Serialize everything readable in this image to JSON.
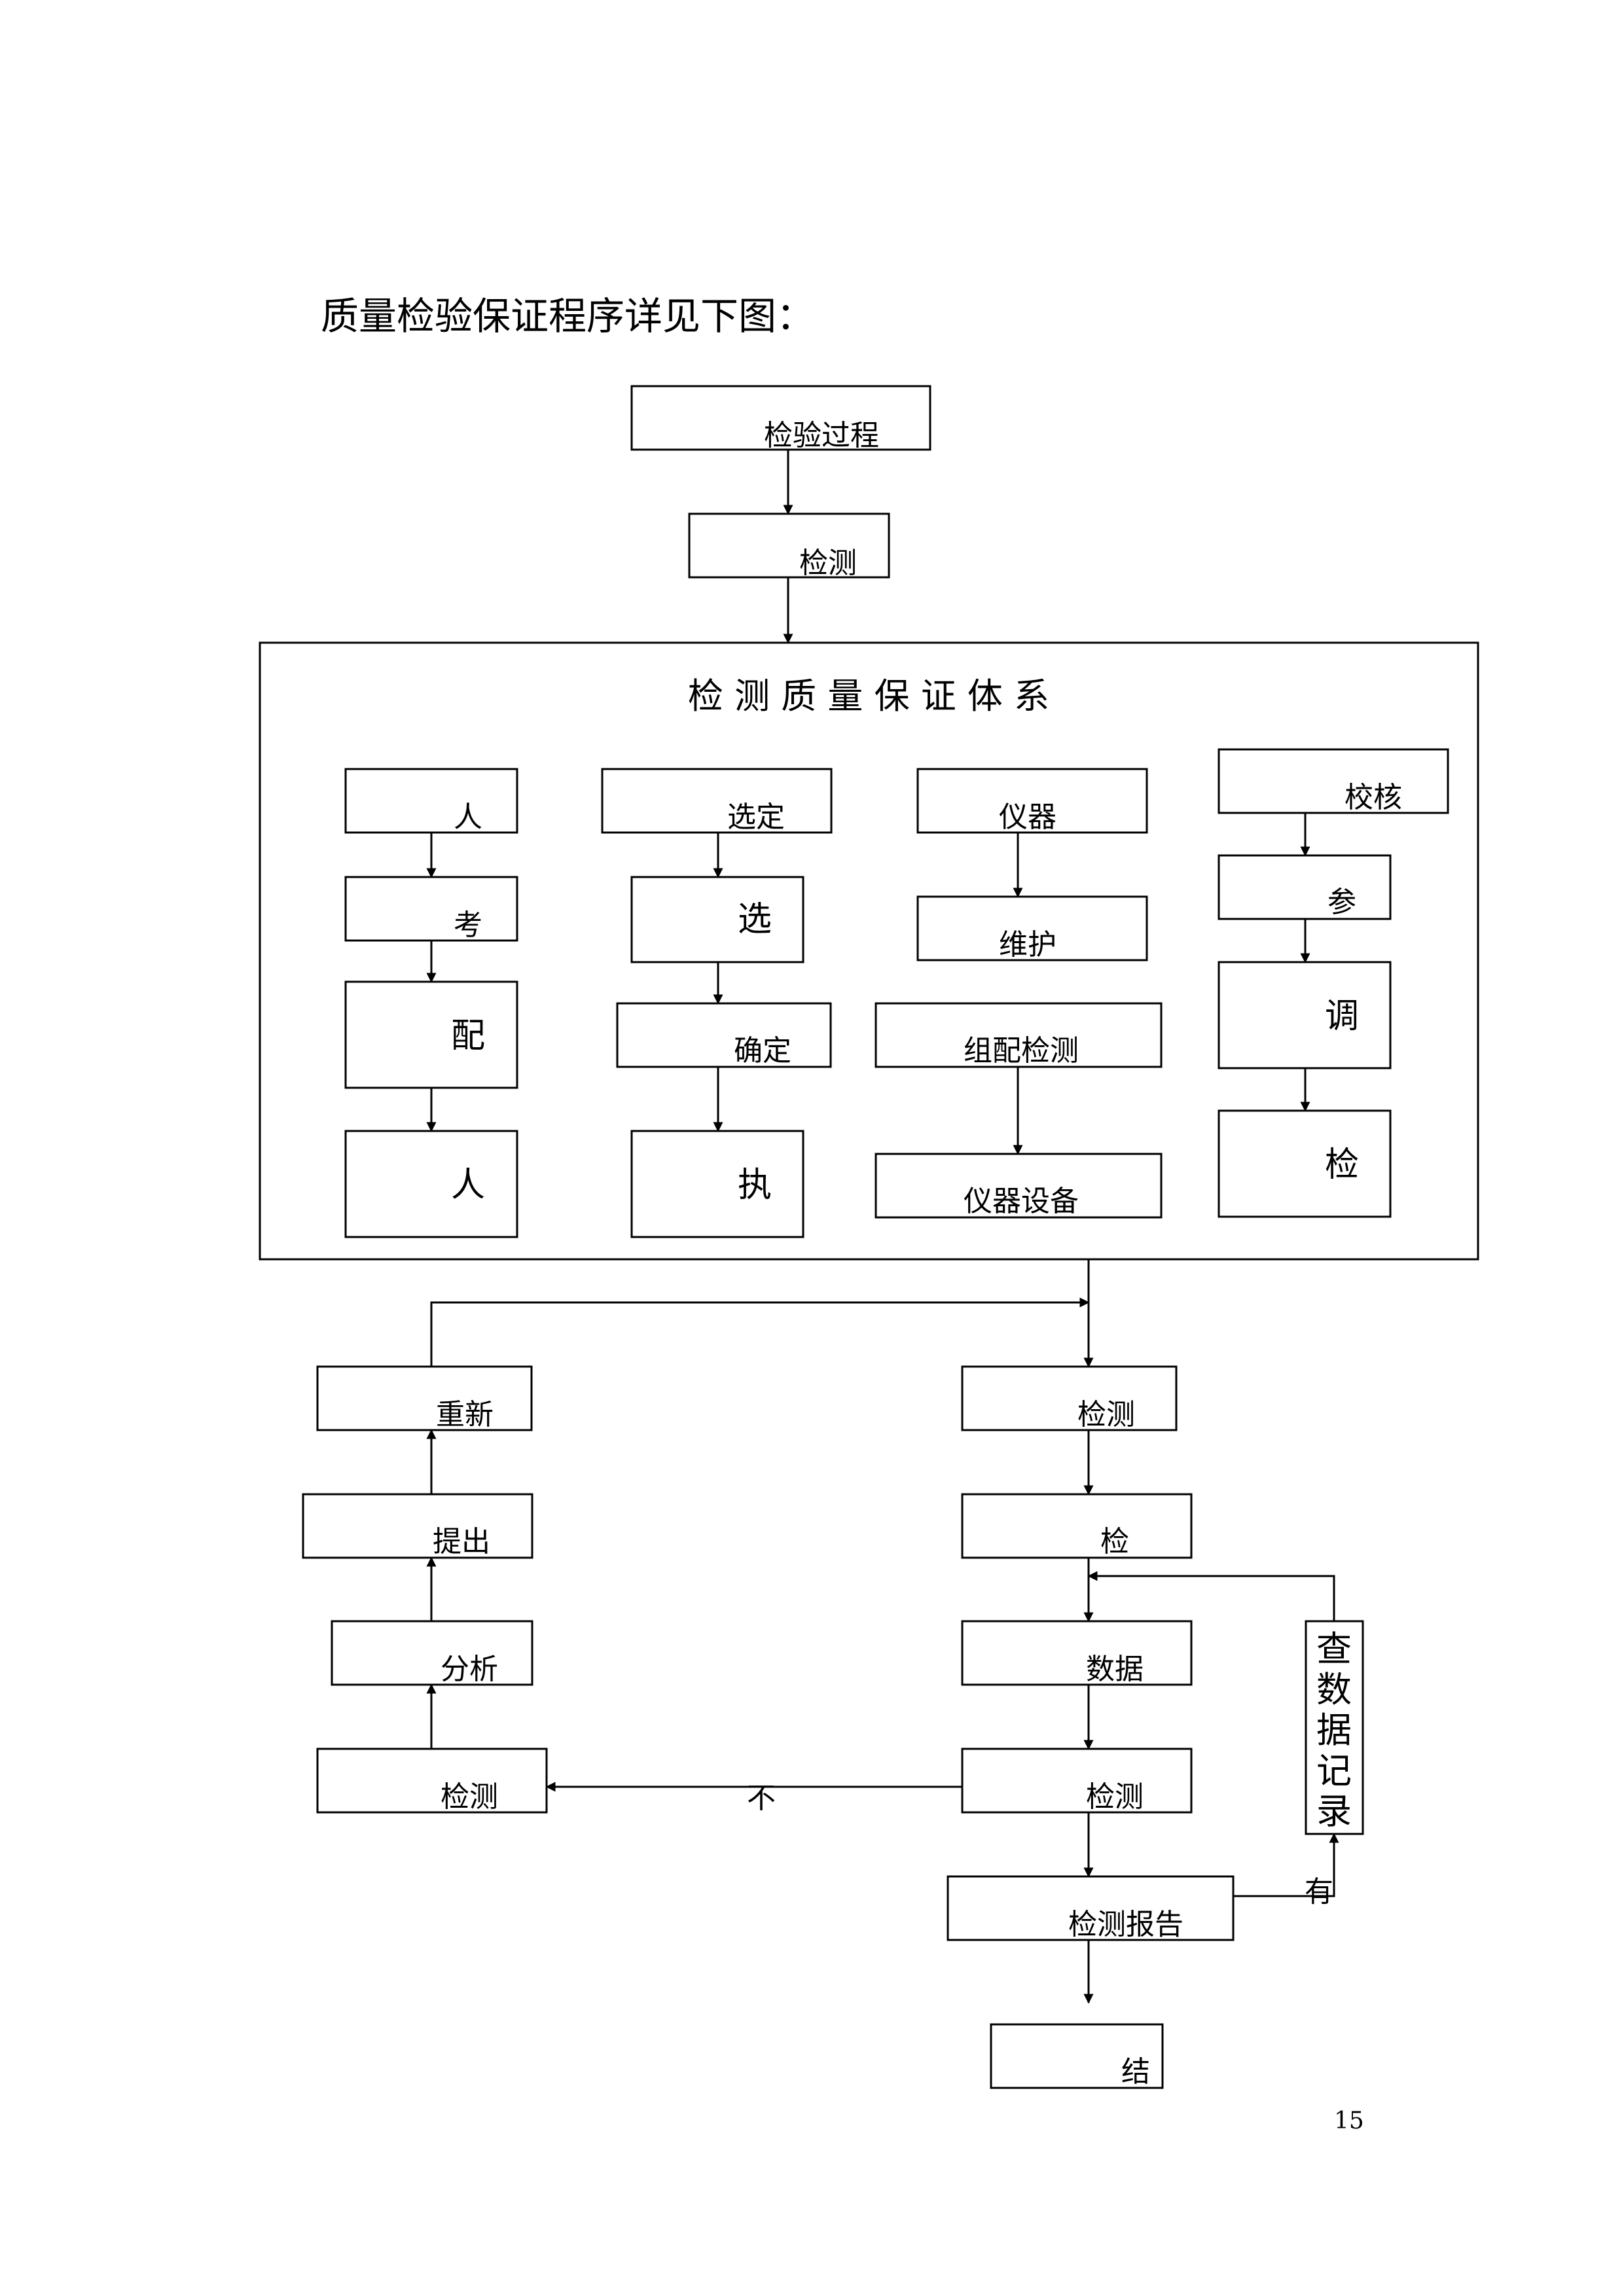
{
  "intro_text": "质量检验保证程序详见下图：",
  "page_number": "15",
  "diagram": {
    "nodes": {
      "top1": "检验过程",
      "top2": "检测",
      "system_title": "检 测 质 量 保 证 体 系",
      "c1a": "人",
      "c1b": "考",
      "c1c": "配",
      "c1d": "人",
      "c2a": "选定",
      "c2b": "选",
      "c2c": "确定",
      "c2d": "执",
      "c3a": "仪器",
      "c3b": "维护",
      "c3c": "组配检测",
      "c3d": "仪器设备",
      "c4a": "校核",
      "c4b": "参",
      "c4c": "调",
      "c4d": "检",
      "r1": "检测",
      "r2": "检",
      "r3": "数据",
      "r4": "检测",
      "r5": "检测报告",
      "r6": "结",
      "l1": "重新",
      "l2": "提出",
      "l3": "分析",
      "l4": "检测",
      "check": "查数据记录",
      "label_fail": "不",
      "label_yes": "有"
    }
  }
}
